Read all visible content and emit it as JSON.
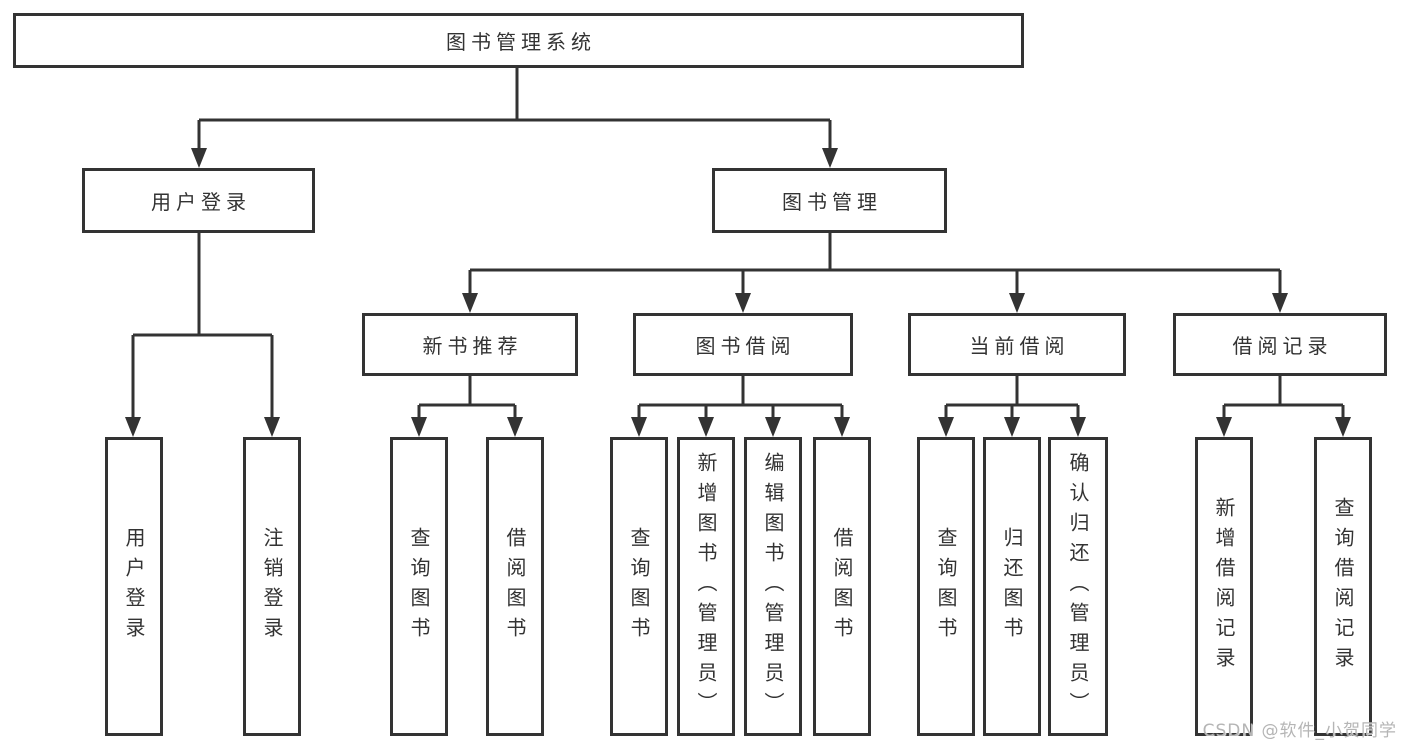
{
  "colors": {
    "line": "#333333",
    "text": "#333333",
    "watermark": "#b5b5b5",
    "background": "#ffffff"
  },
  "nodes": {
    "root": "图书管理系统",
    "level2": [
      "用户登录",
      "图书管理"
    ],
    "level3": [
      "新书推荐",
      "图书借阅",
      "当前借阅",
      "借阅记录"
    ],
    "login_leaves": [
      "用户登录",
      "注销登录"
    ],
    "recommend_leaves": [
      "查询图书",
      "借阅图书"
    ],
    "borrow_leaves": [
      "查询图书",
      "新增图书（管理员）",
      "编辑图书（管理员）",
      "借阅图书"
    ],
    "current_leaves": [
      "查询图书",
      "归还图书",
      "确认归还（管理员）"
    ],
    "record_leaves": [
      "新增借阅记录",
      "查询借阅记录"
    ]
  },
  "watermark": "CSDN @软件_小贺同学"
}
